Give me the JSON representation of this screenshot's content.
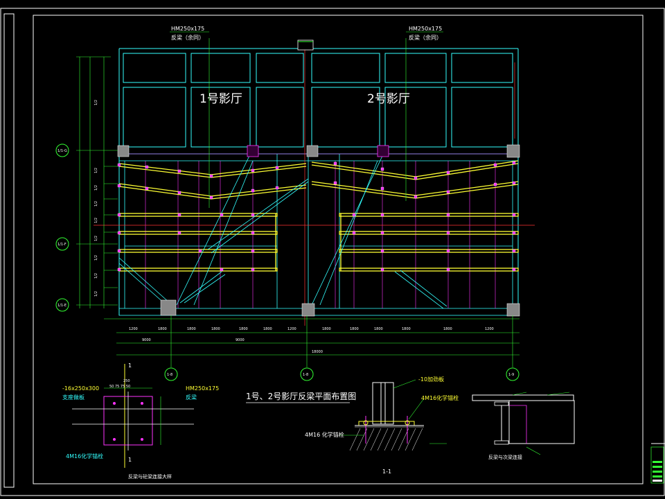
{
  "drawing": {
    "beam_label_left": "HM250x175",
    "beam_note_left": "反梁（余同）",
    "beam_label_right": "HM250x175",
    "beam_note_right": "反梁（余同）",
    "hall_1": "1号影厅",
    "hall_2": "2号影厅",
    "axis_bubbles": [
      "1/1-G",
      "1/1-F",
      "1/1-E",
      "1-8",
      "1-8",
      "1-9"
    ],
    "plan_title": "1号、2号影厅反梁平面布置图",
    "detail_left": {
      "plate_label": "-16x250x300",
      "plate_name": "支座做板",
      "beam_label": "HM250x175",
      "beam_name": "反梁",
      "dim_top": "250",
      "dim_sub": "50 75 75 50",
      "anchor": "4M16化学锚栓",
      "section_mark": "1",
      "caption": "反梁与砼梁连接大样"
    },
    "detail_mid": {
      "stiffener": "-10加劲板",
      "anchor_top": "4M16化学锚栓",
      "anchor_bottom": "4M16 化学锚栓",
      "section_label": "1-1"
    },
    "detail_right": {
      "caption": "反梁与次梁连接"
    },
    "row_dims": [
      "1/2",
      "1/2",
      "1/2",
      "1/2",
      "1/2",
      "1/2",
      "1/2",
      "1/2",
      "1/2"
    ],
    "bottom_dims": [
      "1200",
      "1800",
      "1800",
      "1800",
      "1800",
      "1800",
      "1200",
      "1800",
      "1800",
      "1800",
      "1800",
      "1800",
      "1200"
    ],
    "total_dims": [
      "9000",
      "9000",
      "18000"
    ]
  }
}
